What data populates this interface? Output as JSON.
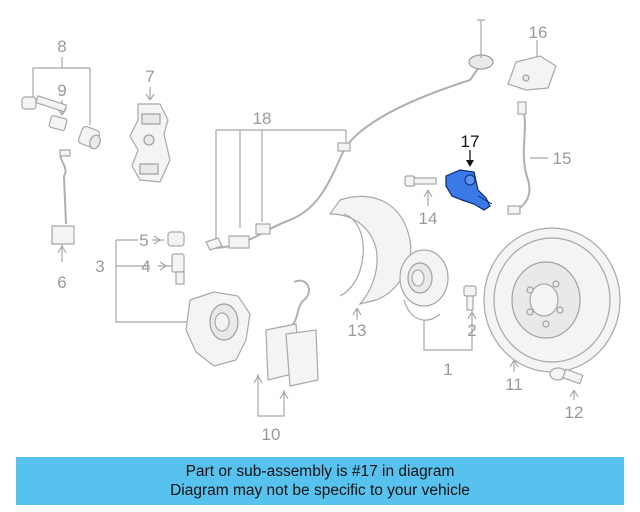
{
  "diagram": {
    "callouts": [
      "1",
      "2",
      "3",
      "4",
      "5",
      "6",
      "7",
      "8",
      "9",
      "10",
      "11",
      "12",
      "13",
      "14",
      "15",
      "16",
      "17",
      "18"
    ],
    "highlighted_callout": "17",
    "colors": {
      "highlight": "#2a66d8",
      "banner": "#58c2ee",
      "part_line": "#a8a8a8"
    }
  },
  "banner": {
    "line1": "Part or sub-assembly is #17 in diagram",
    "line2": "Diagram may not be specific to your vehicle"
  }
}
